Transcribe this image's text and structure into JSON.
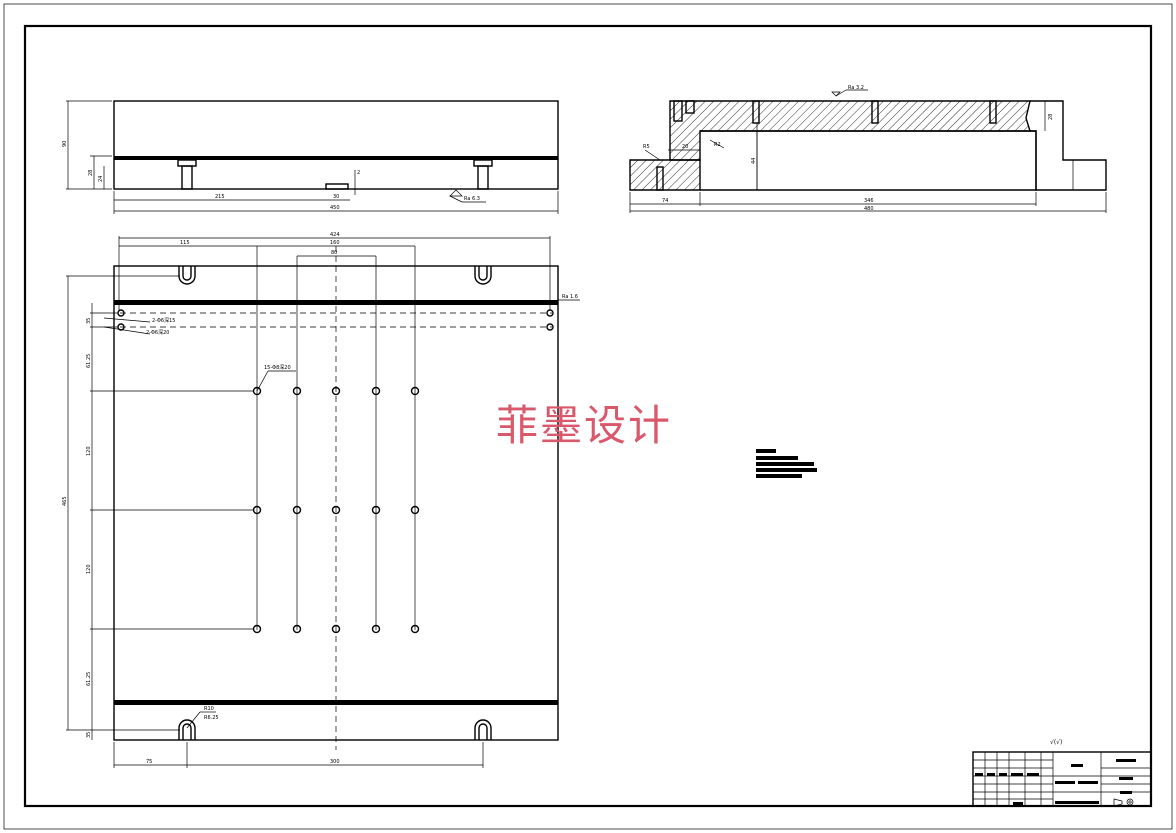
{
  "watermark": "菲墨设计",
  "top_view": {
    "height_total": "90",
    "height_sub1": "28",
    "height_sub2": "24",
    "len_a": "215",
    "len_b": "30",
    "len_total": "450",
    "step": "2",
    "roughness": "Ra 6.3"
  },
  "plan_view": {
    "overall_w": "424",
    "w1": "115",
    "w2": "160",
    "w3": "80",
    "overall_h": "465",
    "h1": "35",
    "h2": "61.25",
    "h3": "120",
    "h4": "120",
    "h5": "61.25",
    "h6": "35",
    "bottom_a": "75",
    "bottom_b": "300",
    "slot_r": "R10",
    "slot_w": "R6.25",
    "roughness": "Ra 1.6",
    "hole_note_1": "2-Φ6深15",
    "hole_note_2": "2-Φ6深20",
    "hole_note_3": "15-Φ8深20"
  },
  "section_view": {
    "roughness": "Ra 3.2",
    "w1": "20",
    "w2": "R5",
    "r": "R2",
    "h1": "28",
    "h2": "44",
    "left": "74",
    "mid": "346",
    "total": "480"
  },
  "title_block": {
    "roughness_symbol": "√(√)"
  }
}
